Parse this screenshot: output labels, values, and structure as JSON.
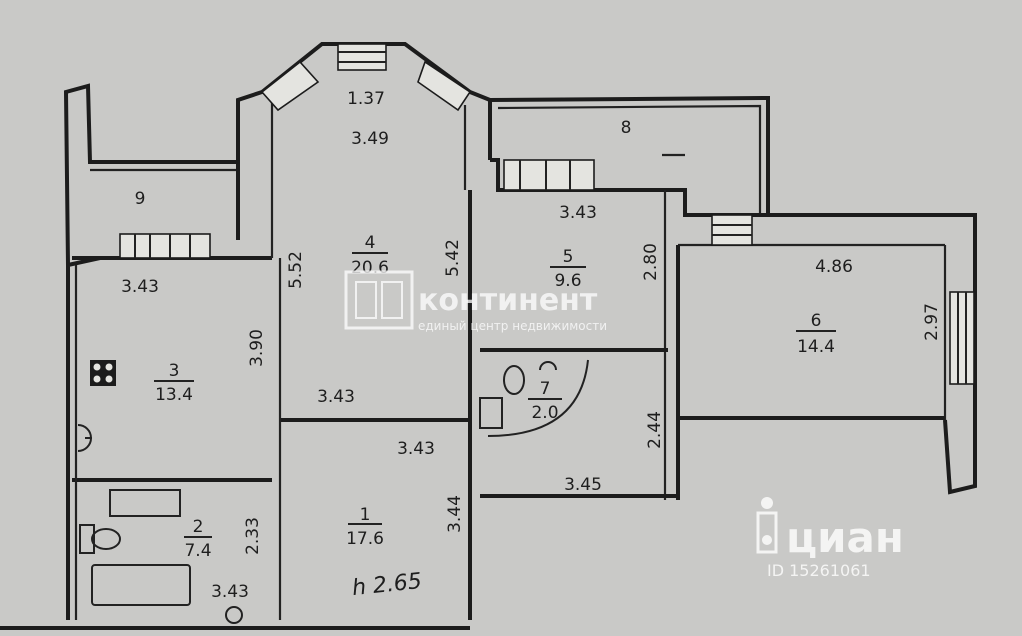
{
  "rooms": [
    {
      "id": "1",
      "number": "1",
      "area": "17.6"
    },
    {
      "id": "2",
      "number": "2",
      "area": "7.4"
    },
    {
      "id": "3",
      "number": "3",
      "area": "13.4"
    },
    {
      "id": "4",
      "number": "4",
      "area": "20.6"
    },
    {
      "id": "5",
      "number": "5",
      "area": "9.6"
    },
    {
      "id": "6",
      "number": "6",
      "area": "14.4"
    },
    {
      "id": "7",
      "number": "7",
      "area": "2.0"
    },
    {
      "id": "8",
      "number": "8"
    },
    {
      "id": "9",
      "number": "9"
    }
  ],
  "dimensions": {
    "d_137": "1.37",
    "d_349": "3.49",
    "d_343_room5": "3.43",
    "d_343_balcony9": "3.43",
    "d_552": "5.52",
    "d_542": "5.42",
    "d_280": "2.80",
    "d_486": "4.86",
    "d_297": "2.97",
    "d_390": "3.90",
    "d_343_hall_a": "3.43",
    "d_343_hall_b": "3.43",
    "d_244": "2.44",
    "d_345": "3.45",
    "d_233": "2.33",
    "d_344": "3.44",
    "d_343_bath": "3.43"
  },
  "handwritten_note": "h 2.65",
  "watermarks": {
    "kontinent_name": "континент",
    "kontinent_tagline": "единый центр недвижимости",
    "cian_name": "циан",
    "cian_id": "ID 15261061"
  },
  "colors": {
    "background": "#c9c9c7",
    "walls": "#1c1c1c",
    "watermark": "#ffffff"
  }
}
